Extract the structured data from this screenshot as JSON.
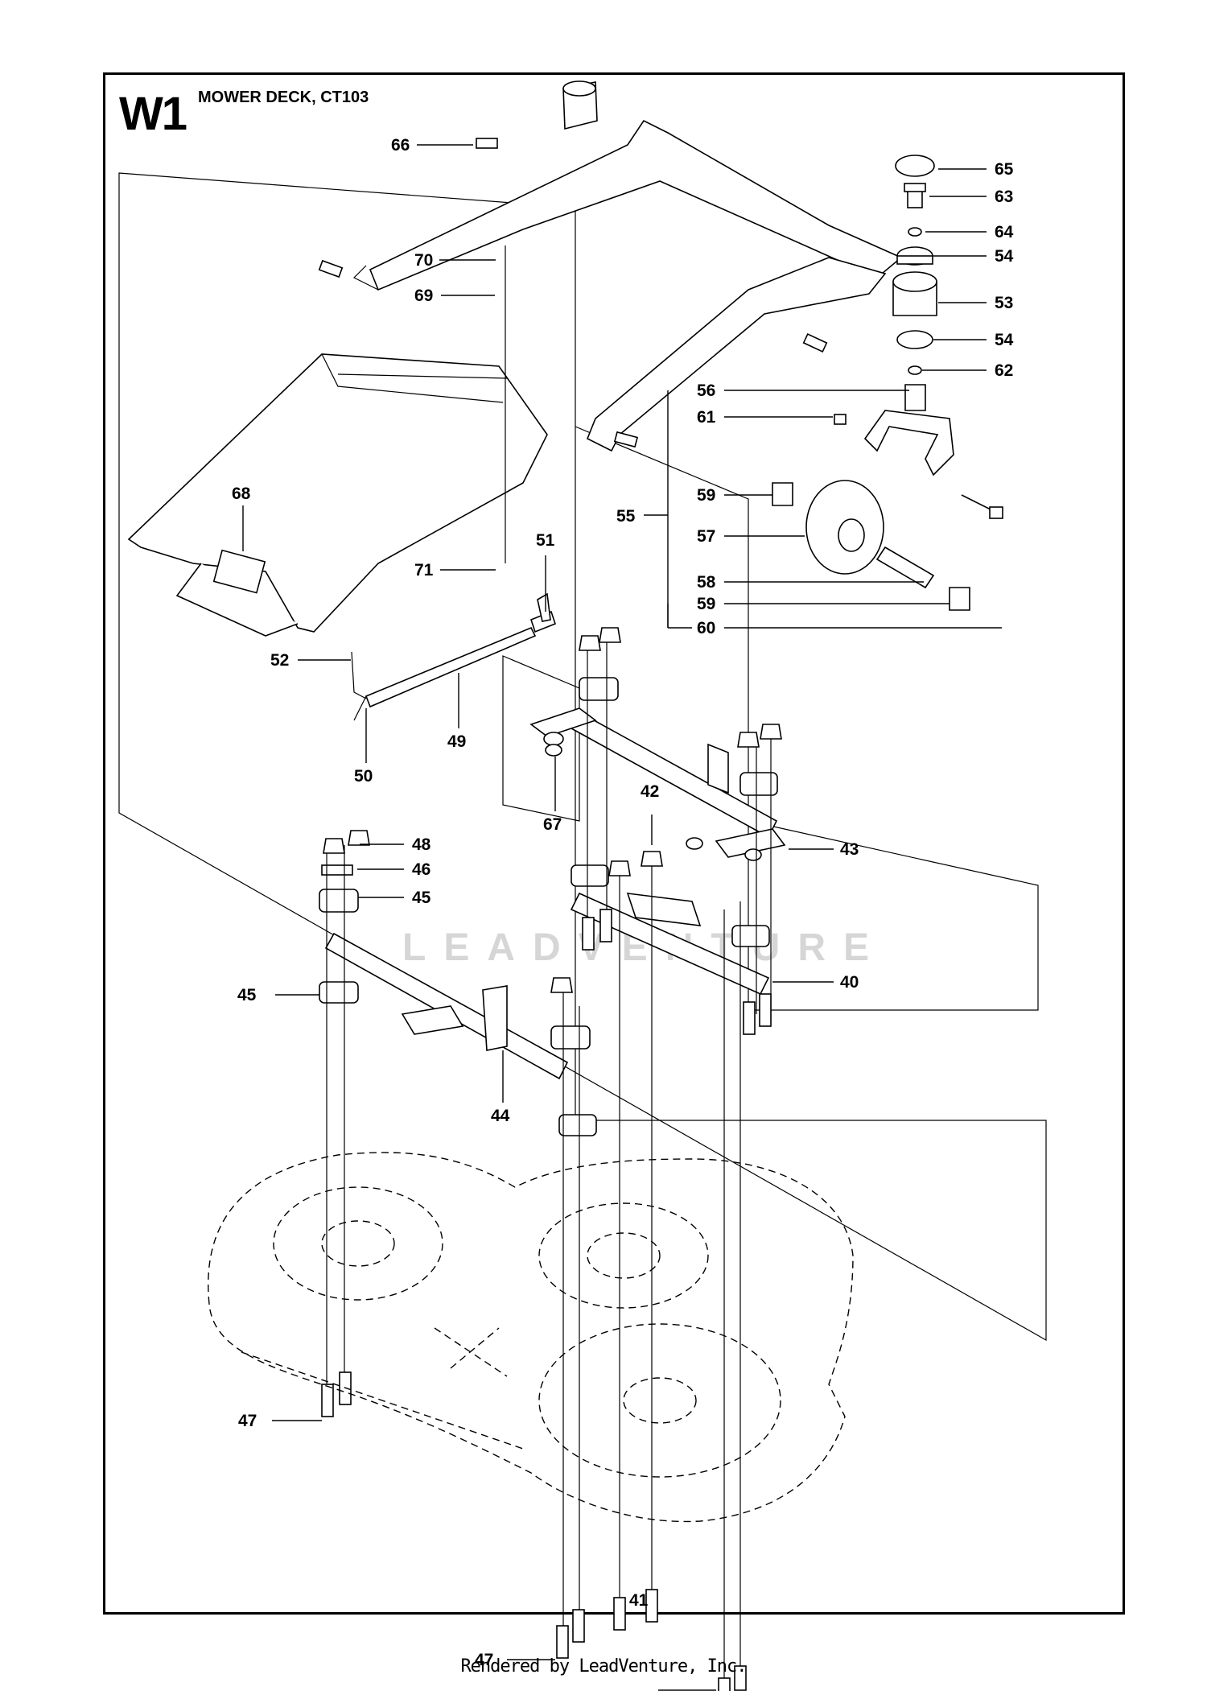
{
  "title": {
    "code": "W1",
    "text": "MOWER DECK, CT103"
  },
  "watermark": "LEADVENTURE",
  "footer": "Rendered by LeadVenture, Inc.",
  "callouts": [
    {
      "id": "c66",
      "label": "66"
    },
    {
      "id": "c65",
      "label": "65"
    },
    {
      "id": "c63",
      "label": "63"
    },
    {
      "id": "c64",
      "label": "64"
    },
    {
      "id": "c54a",
      "label": "54"
    },
    {
      "id": "c70",
      "label": "70"
    },
    {
      "id": "c69",
      "label": "69"
    },
    {
      "id": "c53",
      "label": "53"
    },
    {
      "id": "c54b",
      "label": "54"
    },
    {
      "id": "c62",
      "label": "62"
    },
    {
      "id": "c56",
      "label": "56"
    },
    {
      "id": "c61",
      "label": "61"
    },
    {
      "id": "c68",
      "label": "68"
    },
    {
      "id": "c59a",
      "label": "59"
    },
    {
      "id": "c55",
      "label": "55"
    },
    {
      "id": "c57",
      "label": "57"
    },
    {
      "id": "c51",
      "label": "51"
    },
    {
      "id": "c71",
      "label": "71"
    },
    {
      "id": "c58",
      "label": "58"
    },
    {
      "id": "c59b",
      "label": "59"
    },
    {
      "id": "c60",
      "label": "60"
    },
    {
      "id": "c52",
      "label": "52"
    },
    {
      "id": "c49",
      "label": "49"
    },
    {
      "id": "c50",
      "label": "50"
    },
    {
      "id": "c42",
      "label": "42"
    },
    {
      "id": "c67",
      "label": "67"
    },
    {
      "id": "c43",
      "label": "43"
    },
    {
      "id": "c48",
      "label": "48"
    },
    {
      "id": "c46",
      "label": "46"
    },
    {
      "id": "c45a",
      "label": "45"
    },
    {
      "id": "c40",
      "label": "40"
    },
    {
      "id": "c45b",
      "label": "45"
    },
    {
      "id": "c44",
      "label": "44"
    },
    {
      "id": "c47a",
      "label": "47"
    },
    {
      "id": "c47b",
      "label": "47"
    },
    {
      "id": "c41",
      "label": "41"
    }
  ]
}
